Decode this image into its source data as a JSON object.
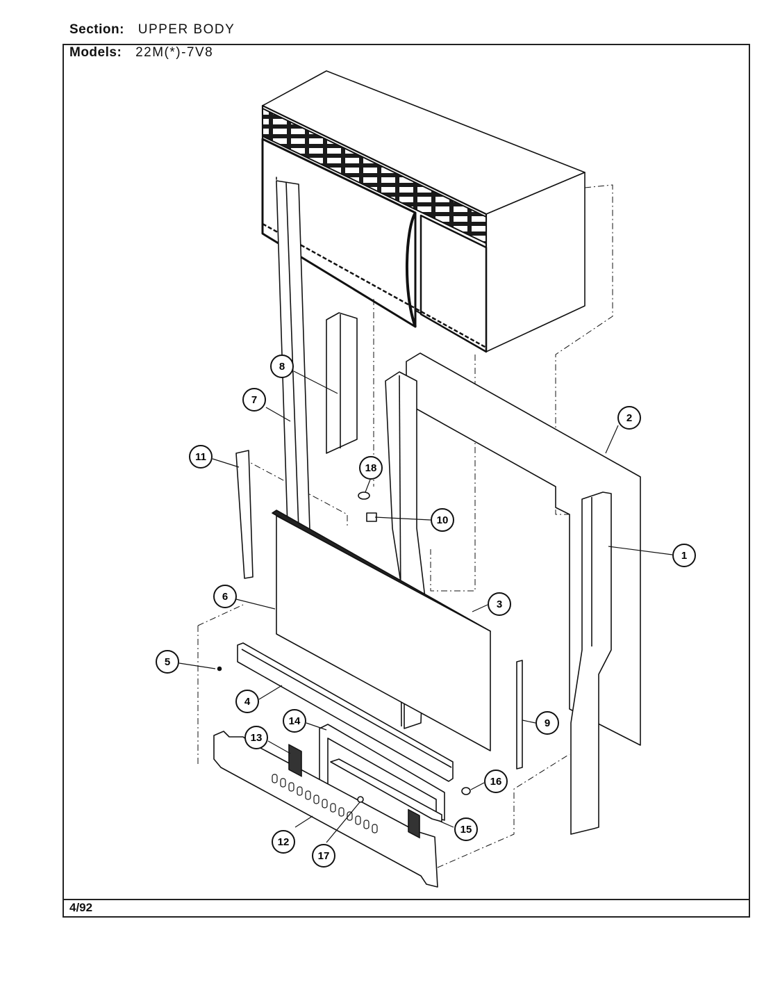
{
  "header": {
    "section_label": "Section:",
    "section_value": "UPPER BODY",
    "models_label": "Models:",
    "models_value": "22M(*)-7V8"
  },
  "footer": {
    "date": "4/92"
  },
  "callouts": [
    {
      "id": "c1",
      "label": "1"
    },
    {
      "id": "c2",
      "label": "2"
    },
    {
      "id": "c3",
      "label": "3"
    },
    {
      "id": "c4",
      "label": "4"
    },
    {
      "id": "c5",
      "label": "5"
    },
    {
      "id": "c6",
      "label": "6"
    },
    {
      "id": "c7",
      "label": "7"
    },
    {
      "id": "c8",
      "label": "8"
    },
    {
      "id": "c9",
      "label": "9"
    },
    {
      "id": "c10",
      "label": "10"
    },
    {
      "id": "c11",
      "label": "11"
    },
    {
      "id": "c12",
      "label": "12"
    },
    {
      "id": "c13",
      "label": "13"
    },
    {
      "id": "c14",
      "label": "14"
    },
    {
      "id": "c15",
      "label": "15"
    },
    {
      "id": "c16",
      "label": "16"
    },
    {
      "id": "c17",
      "label": "17"
    },
    {
      "id": "c18",
      "label": "18"
    }
  ]
}
